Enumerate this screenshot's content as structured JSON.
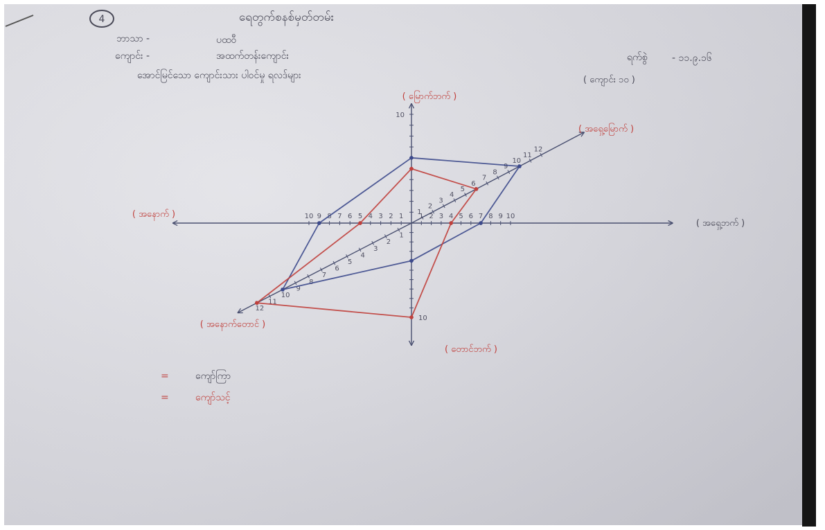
{
  "header": {
    "page_number": "4",
    "title": "ရေတွက်စနစ်မှတ်တမ်း",
    "subject_label": "ဘာသာ -",
    "subject_value": "ပထဝီ",
    "school_label": "ကျောင်း -",
    "school_value": "အထက်တန်းကျောင်း",
    "date_label": "ရက်စွဲ",
    "date_value": "- ၁၁.၉.၁၆",
    "description": "အောင်မြင်သော ကျောင်းသား ပါဝင်မှု ရလဒ်များ",
    "note": "( ကျောင်း ၁၀ )"
  },
  "axes": {
    "north": "( မြောက်ဘက် )",
    "south": "( တောင်ဘက် )",
    "east": "( အရှေ့ဘက် )",
    "west": "( အနောက် )",
    "northeast": "( အရှေ့မြောက် )",
    "southwest": "( အနောက်တောင် )"
  },
  "chart_data": {
    "type": "radar",
    "axes_order": [
      "north",
      "northeast",
      "east",
      "south",
      "southwest",
      "west"
    ],
    "scale_max": {
      "north": 10,
      "northeast": 12,
      "east": 10,
      "south": 10,
      "southwest": 12,
      "west": 10
    },
    "tick_labels": {
      "north": [
        "10"
      ],
      "south": [
        "10"
      ],
      "east": [
        "1",
        "2",
        "3",
        "4",
        "5",
        "6",
        "7",
        "8",
        "9",
        "10"
      ],
      "west": [
        "1",
        "2",
        "3",
        "4",
        "5",
        "6",
        "7",
        "8",
        "9",
        "10"
      ],
      "northeast": [
        "1",
        "2",
        "3",
        "4",
        "5",
        "6",
        "7",
        "8",
        "9",
        "10",
        "11",
        "12"
      ],
      "southwest": [
        "1",
        "2",
        "3",
        "4",
        "5",
        "6",
        "7",
        "8",
        "9",
        "10",
        "11",
        "12"
      ]
    },
    "series": [
      {
        "color": "#3d4a8c",
        "values": {
          "north": 6,
          "northeast": 10,
          "east": 7,
          "south": 4,
          "southwest": 10,
          "west": 9
        }
      },
      {
        "color": "#c0403c",
        "values": {
          "north": 5,
          "northeast": 6,
          "east": 4,
          "south": 10,
          "southwest": 12,
          "west": 5
        }
      }
    ]
  },
  "legend": [
    {
      "marker": "=",
      "label": "ကျော်ကြာ",
      "color": "#3d4a8c"
    },
    {
      "marker": "=",
      "label": "ကျော်သင့်",
      "color": "#c0403c"
    }
  ]
}
